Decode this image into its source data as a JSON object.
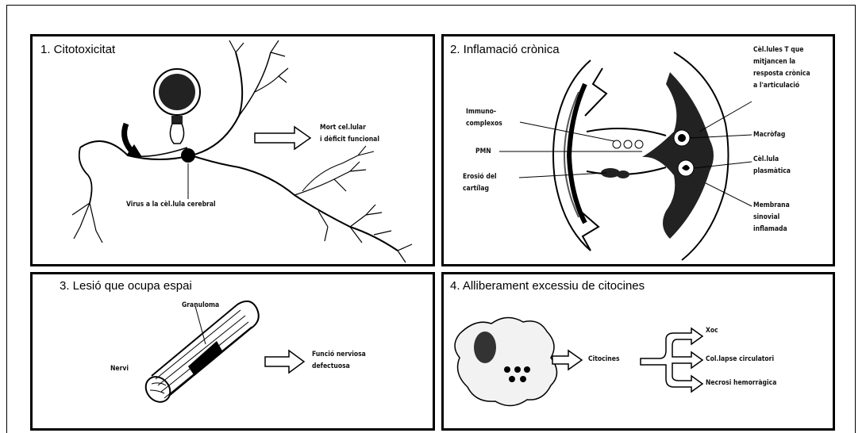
{
  "panels": [
    {
      "title": "1. Citotoxicitat",
      "labels": {
        "death": [
          "Mort cel.lular",
          "i dèficit funcional"
        ],
        "virus": "Virus a la cèl.lula cerebral"
      }
    },
    {
      "title": "2. Inflamació crònica",
      "labels": {
        "immune": [
          "Immuno-",
          "complexos"
        ],
        "pmn": "PMN",
        "erosion": [
          "Erosió del",
          "cartílag"
        ],
        "tcells": [
          "Cèl.lules T que",
          "mitjancen la",
          "resposta crònica",
          "a l'articulació"
        ],
        "macro": "Macròfag",
        "plasma": [
          "Cèl.lula",
          "plasmàtica"
        ],
        "synovial": [
          "Membrana",
          "sinovial",
          "inflamada"
        ]
      }
    },
    {
      "title": "3. Lesió que ocupa espai",
      "labels": {
        "granuloma": "Granuloma",
        "nerve": "Nervi",
        "func": [
          "Funció nerviosa",
          "defectuosa"
        ]
      }
    },
    {
      "title": "4. Alliberament excessiu de citocines",
      "labels": {
        "cytokines": "Citocines",
        "out1": "Xoc",
        "out2": "Col.lapse circulatori",
        "out3": "Necrosi hemorràgica"
      }
    }
  ]
}
